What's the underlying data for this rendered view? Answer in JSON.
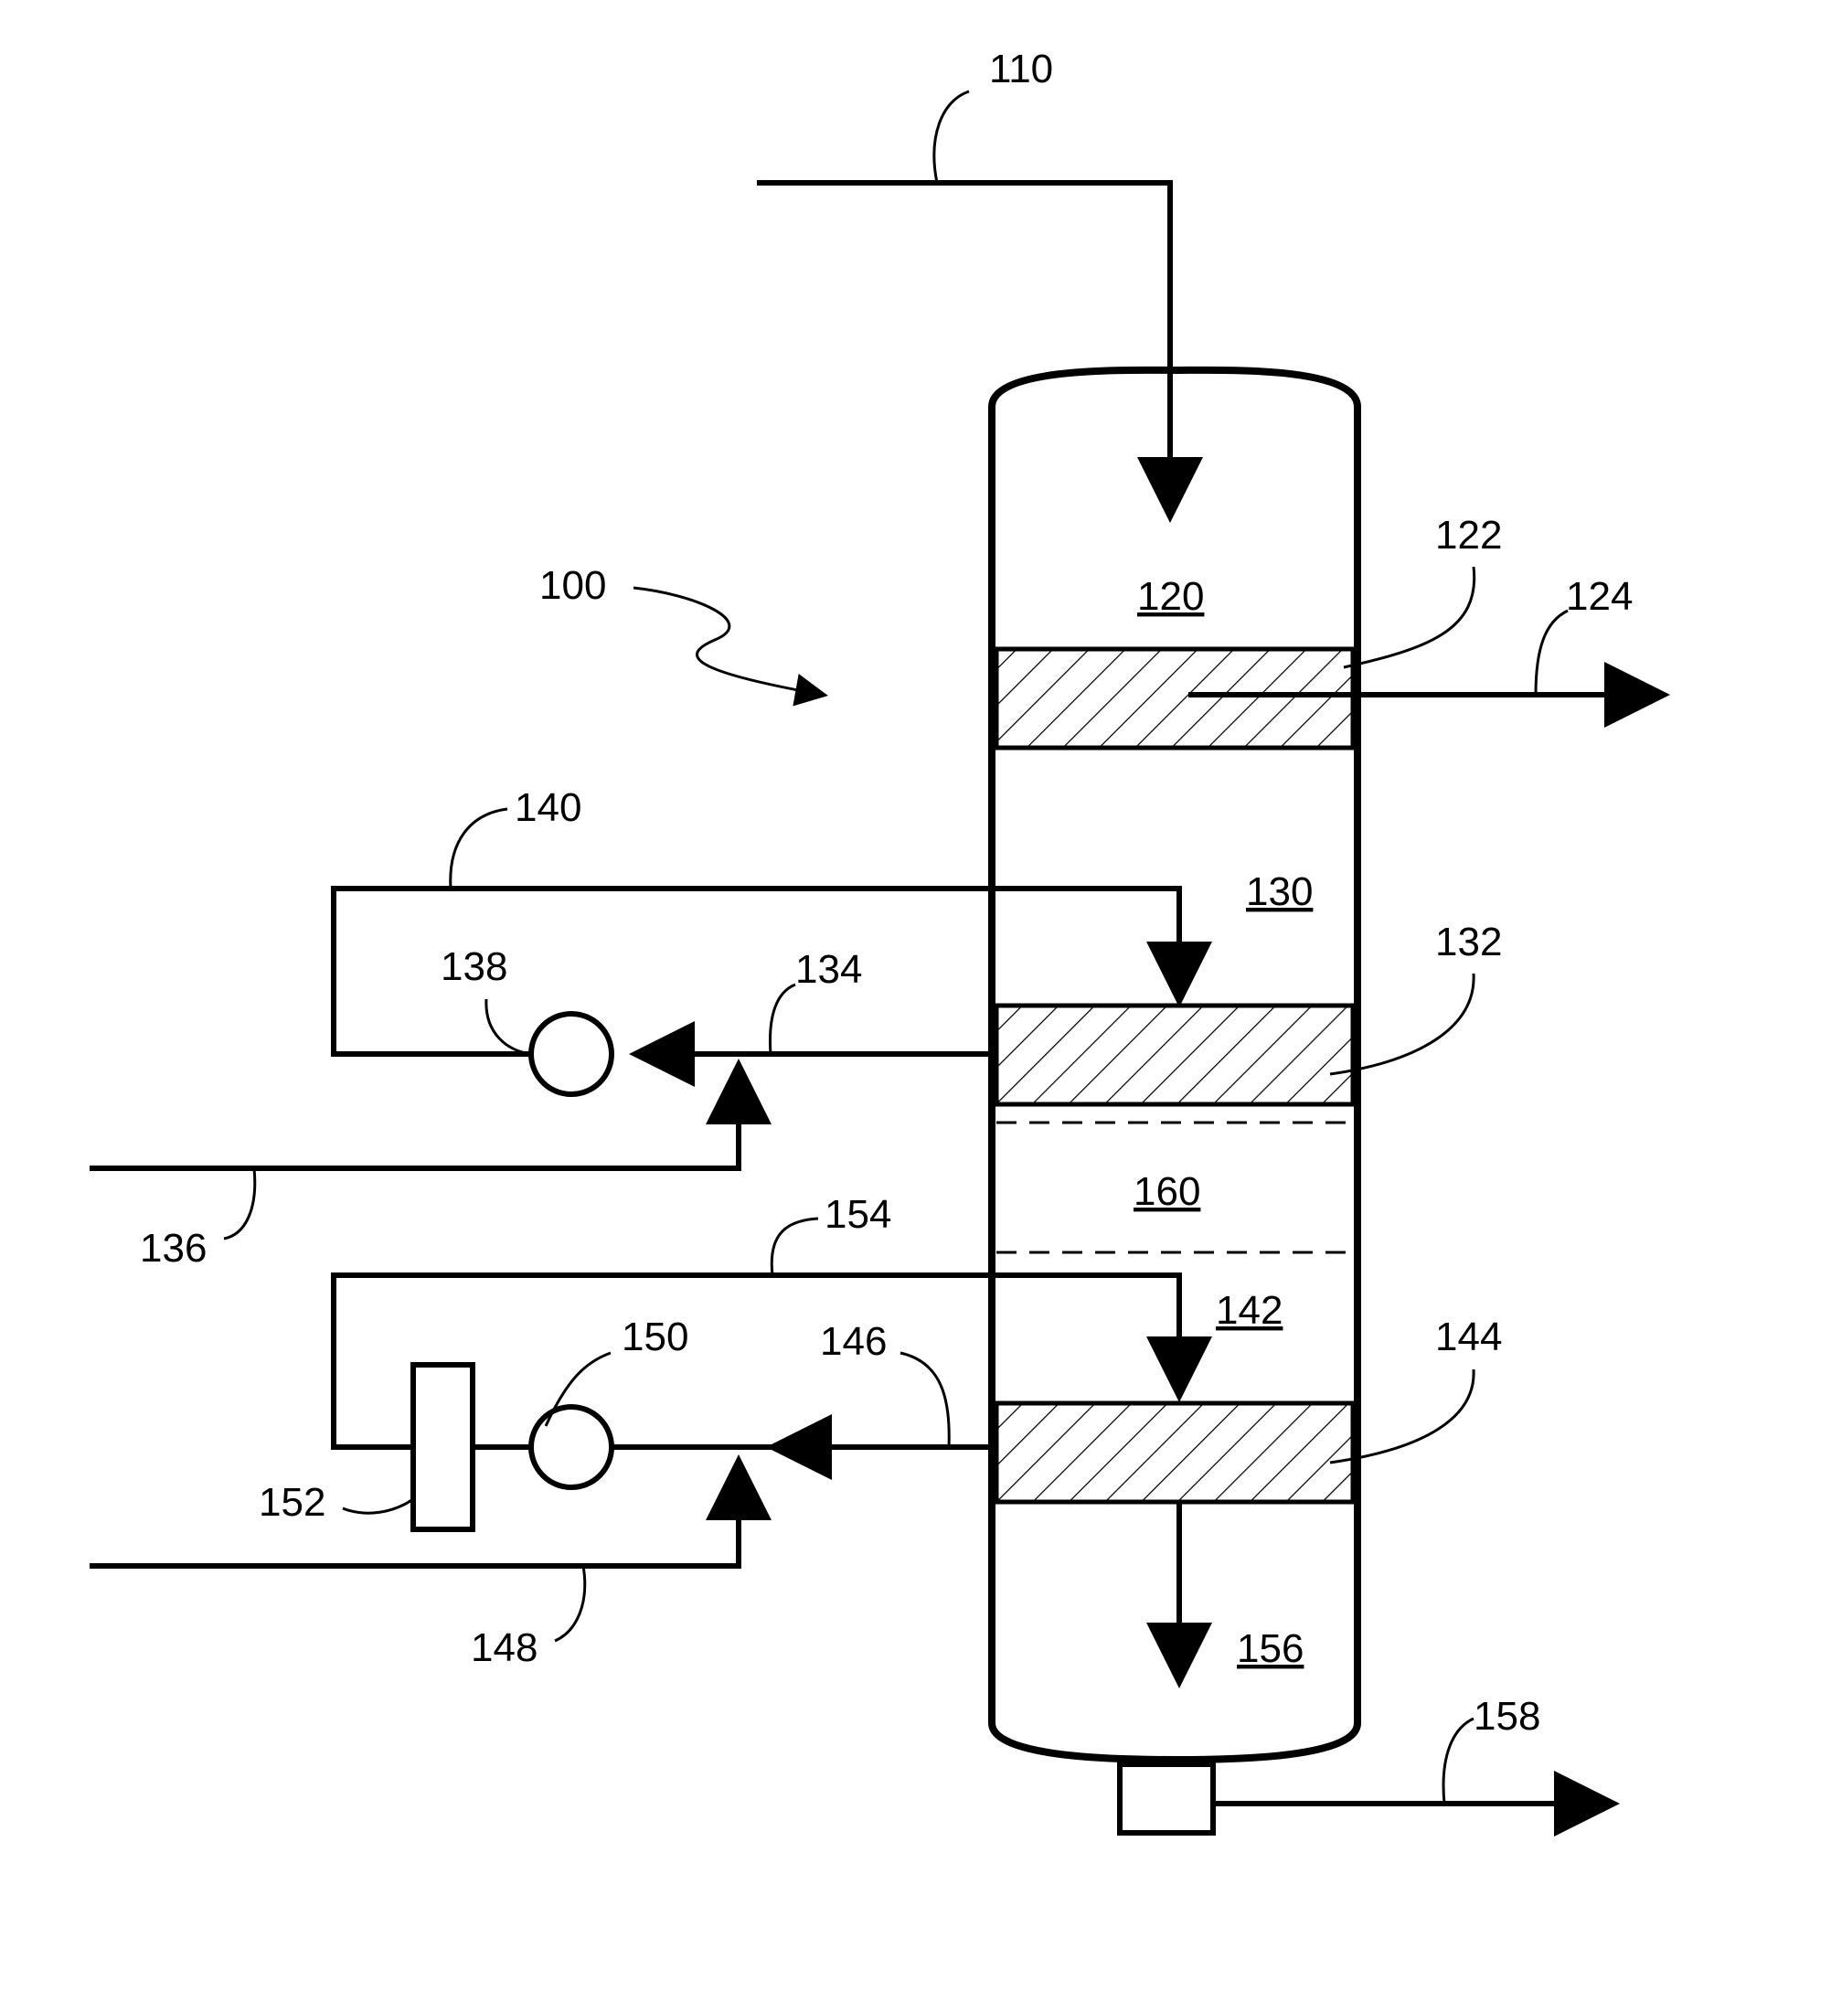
{
  "colors": {
    "ink": "#000000",
    "background": "#ffffff"
  },
  "labels": {
    "system": "100",
    "feed_line": "110",
    "zone_top": "120",
    "bed_top": "122",
    "top_draw": "124",
    "zone_mid": "130",
    "bed_mid": "132",
    "mid_draw": "134",
    "mid_makeup": "136",
    "mid_pump": "138",
    "mid_return": "140",
    "zone_lower": "142",
    "bed_low": "144",
    "low_draw": "146",
    "low_makeup": "148",
    "low_pump": "150",
    "low_unit": "152",
    "low_return": "154",
    "zone_bottom": "156",
    "bottom_draw": "158",
    "zone_between": "160"
  }
}
